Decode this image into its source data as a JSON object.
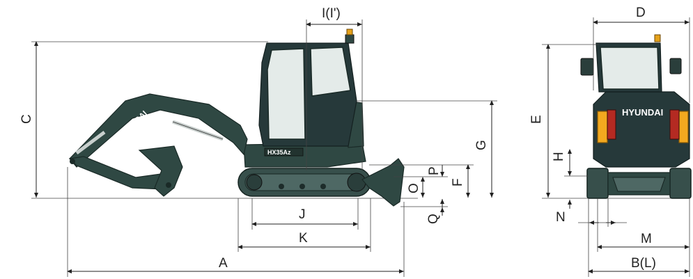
{
  "dimensions": {
    "A": "A",
    "B": "B(L)",
    "C": "C",
    "D": "D",
    "E": "E",
    "F": "F",
    "G": "G",
    "H": "H",
    "I": "I(I')",
    "J": "J",
    "K": "K",
    "M": "M",
    "N": "N",
    "O": "O",
    "P": "P",
    "Q": "Q"
  },
  "branding": {
    "arm_text": "HYUNDAI",
    "rear_text": "HYUNDAI",
    "model_badge": "HX35Az"
  },
  "colors": {
    "body": "#2f4843",
    "accent": "#f3a91f",
    "glass": "#e4ebe9"
  }
}
